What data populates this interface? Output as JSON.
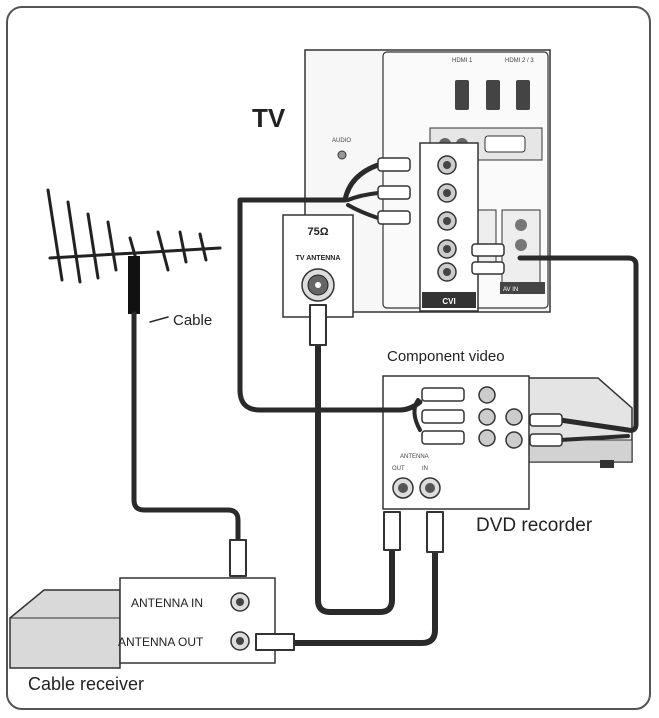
{
  "labels": {
    "tv": "TV",
    "cable": "Cable",
    "component_video": "Component video",
    "dvd_recorder": "DVD recorder",
    "antenna_in": "ANTENNA IN",
    "antenna_out": "ANTENNA OUT",
    "cable_receiver": "Cable receiver",
    "ohm": "75Ω",
    "tv_antenna": "TV ANTENNA",
    "cvi": "CVI"
  },
  "colors": {
    "cable": "#2a2a2a",
    "panel": "#f2f2f2",
    "box_gray": "#d9d9d9",
    "border": "#333333"
  }
}
